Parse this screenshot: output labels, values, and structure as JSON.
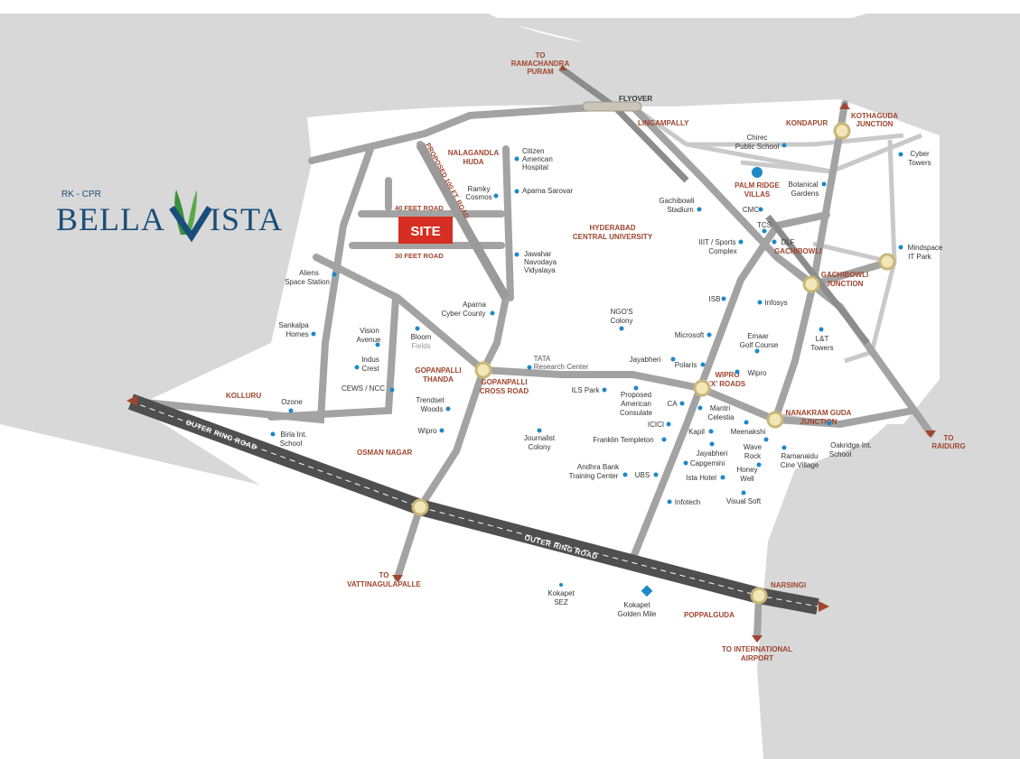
{
  "logo": {
    "prefix": "RK - CPR",
    "name_left": "BELLA",
    "name_right": "ISTA"
  },
  "site_label": "SITE",
  "roads": {
    "outer_ring_1": "OUTER RING ROAD",
    "outer_ring_2": "OUTER RING ROAD",
    "feet40": "40 FEET ROAD",
    "feet30": "30 FEET ROAD",
    "proposed100": "PROPOSED 100 FT. ROAD",
    "flyover": "FLYOVER"
  },
  "directions": {
    "ramachandra_1": "TO",
    "ramachandra_2": "RAMACHANDRA",
    "ramachandra_3": "PURAM",
    "kothaguda_1": "KOTHAGUDA",
    "kothaguda_2": "JUNCTION",
    "raidurg_1": "TO",
    "raidurg_2": "RAIDURG",
    "vatti_1": "TO",
    "vatti_2": "VATTINAGULAPALLE",
    "airport_1": "TO INTERNATIONAL",
    "airport_2": "AIRPORT"
  },
  "areas": {
    "lingampally": "LINGAMPALLY",
    "kondapur": "KONDAPUR",
    "nalagandla_1": "NALAGANDLA",
    "nalagandla_2": "HUDA",
    "palm_1": "PALM RIDGE",
    "palm_2": "VILLAS",
    "hcu_1": "HYDERABAD",
    "hcu_2": "CENTRAL UNIVERSITY",
    "gachibowli": "GACHIBOWLI",
    "gjunction_1": "GACHIBOWLI",
    "gjunction_2": "JUNCTION",
    "gopan_thanda_1": "GOPANPALLI",
    "gopan_thanda_2": "THANDA",
    "gopan_cross_1": "GOPANPALLI",
    "gopan_cross_2": "CROSS ROAD",
    "wipro_x_1": "WIPRO",
    "wipro_x_2": "'X' ROADS",
    "nanakram_1": "NANAKRAM GUDA",
    "nanakram_2": "JUNCTION",
    "kolluru": "KOLLURU",
    "osman": "OSMAN NAGAR",
    "narsingi": "NARSINGI",
    "poppalguda": "POPPALGUDA"
  },
  "pois": {
    "citizen_1": "Citizen",
    "citizen_2": "American",
    "citizen_3": "Hospital",
    "aparna_sarovar": "Aparna Sarovar",
    "ramky_1": "Ramky",
    "ramky_2": "Cosmos",
    "jawahar_1": "Jawahar",
    "jawahar_2": "Navodaya",
    "jawahar_3": "Vidyalaya",
    "aliens_1": "Aliens",
    "aliens_2": "Space Station",
    "sankalpa_1": "Sankalpa",
    "sankalpa_2": "Homes",
    "vision_1": "Vision",
    "vision_2": "Avenue",
    "indus_1": "Indus",
    "indus_2": "Crest",
    "cews": "CEWS / NCC",
    "bloom_1": "Bloom",
    "bloom_2": "Fields",
    "aparna_cyber_1": "Aparna",
    "aparna_cyber_2": "Cyber County",
    "ozone": "Ozone",
    "birla_1": "Birla Int.",
    "birla_2": "School",
    "trendset_1": "Trendset",
    "trendset_2": "Woods",
    "wipro_left": "Wipro",
    "tata_1": "TATA",
    "tata_2": "Research Center",
    "ngo_1": "NGO'S",
    "ngo_2": "Colony",
    "ils": "ILS Park",
    "consulate_1": "Proposed",
    "consulate_2": "American",
    "consulate_3": "Consulate",
    "journalist_1": "Journalist",
    "journalist_2": "Colony",
    "andhra_1": "Andhra Bank",
    "andhra_2": "Training Center",
    "ubs": "UBS",
    "franklin": "Franklin Templeton",
    "icici": "ICICI",
    "ca": "CA",
    "mantri_1": "Mantri",
    "mantri_2": "Celestia",
    "kapil": "Kapil",
    "jayabheri_r_1": "Jayabheri",
    "jayabheri_r_2": "Capgemini",
    "ista": "Ista Hotel",
    "infotech": "Infotech",
    "visual": "Visual Soft",
    "meenakshi": "Meenakshi",
    "wave_1": "Wave",
    "wave_2": "Rock",
    "honey_1": "Honey",
    "honey_2": "Well",
    "ramanaidu_1": "Ramanaidu",
    "ramanaidu_2": "Cine Village",
    "oakridge_1": "Oakridge Int.",
    "oakridge_2": "School",
    "jayabheri_l": "Jayabheri",
    "polaris": "Polaris",
    "wipro_right": "Wipro",
    "microsoft": "Microsoft",
    "emaar_1": "Emaar",
    "emaar_2": "Golf Course",
    "isb": "ISB",
    "infosys": "Infosys",
    "lt_1": "L&T",
    "lt_2": "Towers",
    "iiit_1": "IIIT / Sports",
    "iiit_2": "Complex",
    "dlf": "DLF",
    "tcs": "TCS",
    "cmc": "CMC",
    "stadium_1": "Gachibowli",
    "stadium_2": "Stadium",
    "chirec_1": "Chirec",
    "chirec_2": "Public School",
    "botanical_1": "Botanical",
    "botanical_2": "Gardens",
    "cyber_towers_1": "Cyber",
    "cyber_towers_2": "Towers",
    "mindspace_1": "Mindspace",
    "mindspace_2": "IT Park",
    "kokapet_sez_1": "Kokapet",
    "kokapet_sez_2": "SEZ",
    "kokapet_gm_1": "Kokapet",
    "kokapet_gm_2": "Golden Mile"
  },
  "colors": {
    "background": "#d8d8d8",
    "map_area": "#ffffff",
    "road": "#a3a3a3",
    "ring_road": "#555555",
    "label": "#a0452e",
    "poi_dot": "#1e88c8",
    "site": "#d62e22",
    "brand": "#1a4d7a"
  }
}
